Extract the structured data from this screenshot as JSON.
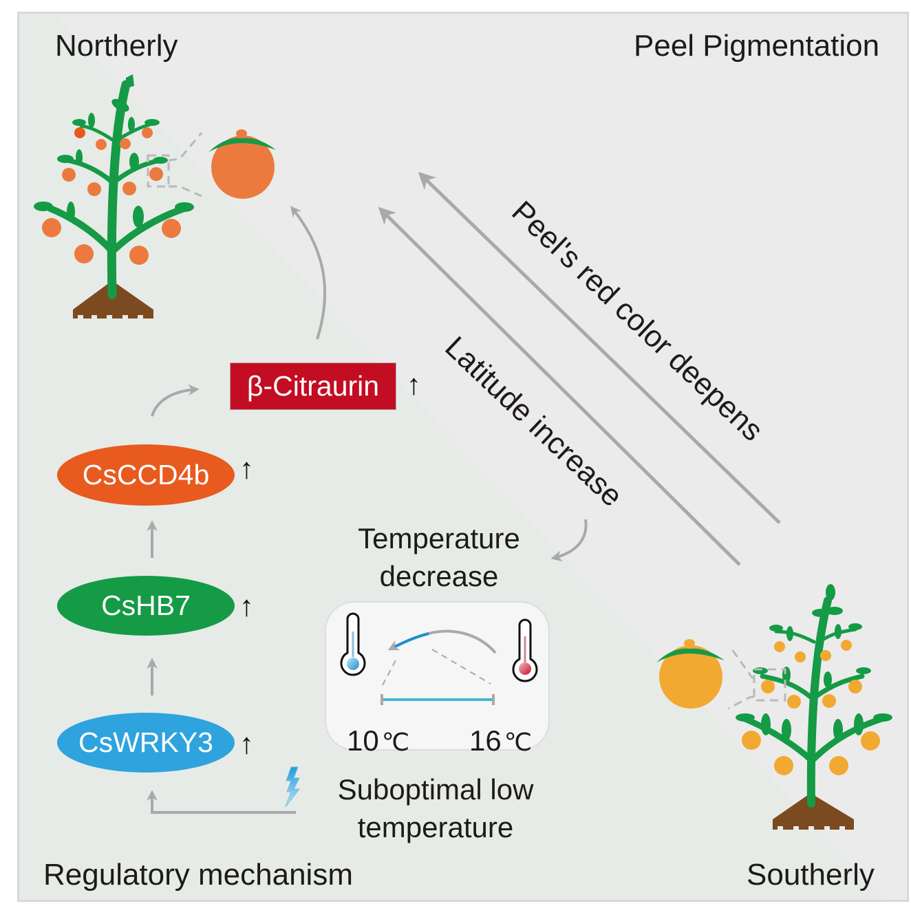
{
  "figure": {
    "corner_labels": {
      "top_left": "Northerly",
      "top_right": "Peel Pigmentation",
      "bottom_left": "Regulatory mechanism",
      "bottom_right": "Southerly"
    },
    "diagonal_labels": {
      "outer": "Peel's red color deepens",
      "inner": "Latitude increase"
    },
    "metabolite": {
      "label": "β-Citraurin",
      "trend": "↑",
      "color": "#c20d23"
    },
    "genes": [
      {
        "label": "CsCCD4b",
        "trend": "↑",
        "color": "#e85a1e"
      },
      {
        "label": "CsHB7",
        "trend": "↑",
        "color": "#159a46"
      },
      {
        "label": "CsWRKY3",
        "trend": "↑",
        "color": "#2ea3de"
      }
    ],
    "temperature_effect": {
      "line1": "Temperature",
      "line2": "decrease"
    },
    "temperature_range": {
      "low": {
        "value": "10",
        "unit": "℃"
      },
      "high": {
        "value": "16",
        "unit": "℃"
      }
    },
    "stimulus": {
      "line1": "Suboptimal low",
      "line2": "temperature",
      "icon": "lightning-icon"
    },
    "colors": {
      "north_fruit": "#ec7a3f",
      "south_fruit": "#f2a932",
      "leaf": "#159a46",
      "soil": "#7b4a1e",
      "arrow": "#a8a9a9",
      "cold": "#2ea3de",
      "warm": "#d0203a"
    }
  }
}
